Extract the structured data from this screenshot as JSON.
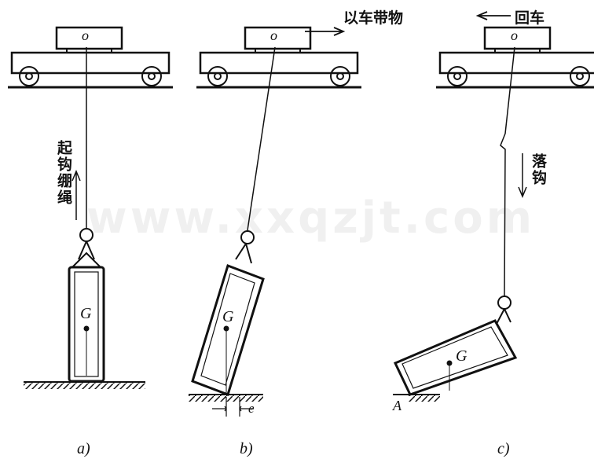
{
  "watermark": "www.xxqzjt.com",
  "trolley_label": "o",
  "panel_a": {
    "caption": "a)",
    "action": "起钩绷绳",
    "center_label": "G"
  },
  "panel_b": {
    "caption": "b)",
    "action": "以车带物",
    "center_label": "G",
    "offset_label": "e"
  },
  "panel_c": {
    "caption": "c)",
    "action_trolley": "回车",
    "action_hook": "落钩",
    "center_label": "G",
    "pivot_label": "A"
  }
}
